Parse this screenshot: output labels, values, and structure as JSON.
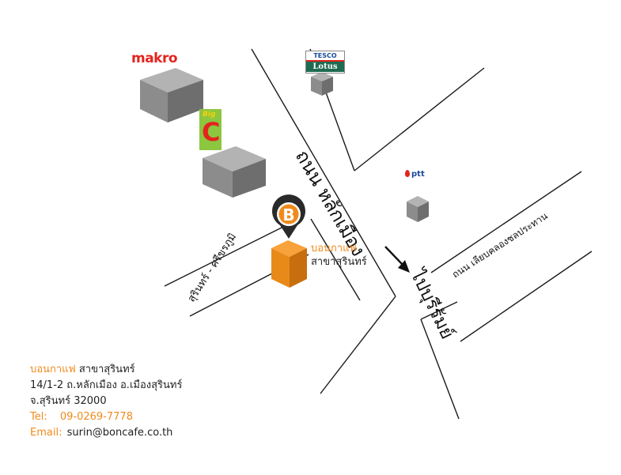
{
  "roads": {
    "main_road": "ถนน หลักเมือง",
    "direction": "ไปบุรีรัมย์",
    "side_road_left": "สุรินทร์ - ศรีขรภูมิ",
    "side_road_right": "ถนน เลียบคลองชลประทาน"
  },
  "landmarks": {
    "makro": "makro",
    "tesco_line1": "TESCO",
    "tesco_line2": "Lotus",
    "bigc_small": "Big",
    "bigc_big": "C",
    "ptt": "ptt"
  },
  "shop": {
    "pin_letter": "B",
    "label_line1": "บอนกาแฟ",
    "label_line2": "สาขาสุรินทร์"
  },
  "info": {
    "name": "บอนกาแฟ",
    "branch": "สาขาสุรินทร์",
    "address1": "14/1-2 ถ.หลักเมือง อ.เมืองสุรินทร์",
    "address2": "จ.สุรินทร์ 32000",
    "tel_label": "Tel:",
    "tel": "09-0269-7778",
    "email_label": "Email:",
    "email": "surin@boncafe.co.th"
  },
  "colors": {
    "accent": "#f08a1c",
    "building": "#808080",
    "road_line": "#1a1a1a"
  }
}
